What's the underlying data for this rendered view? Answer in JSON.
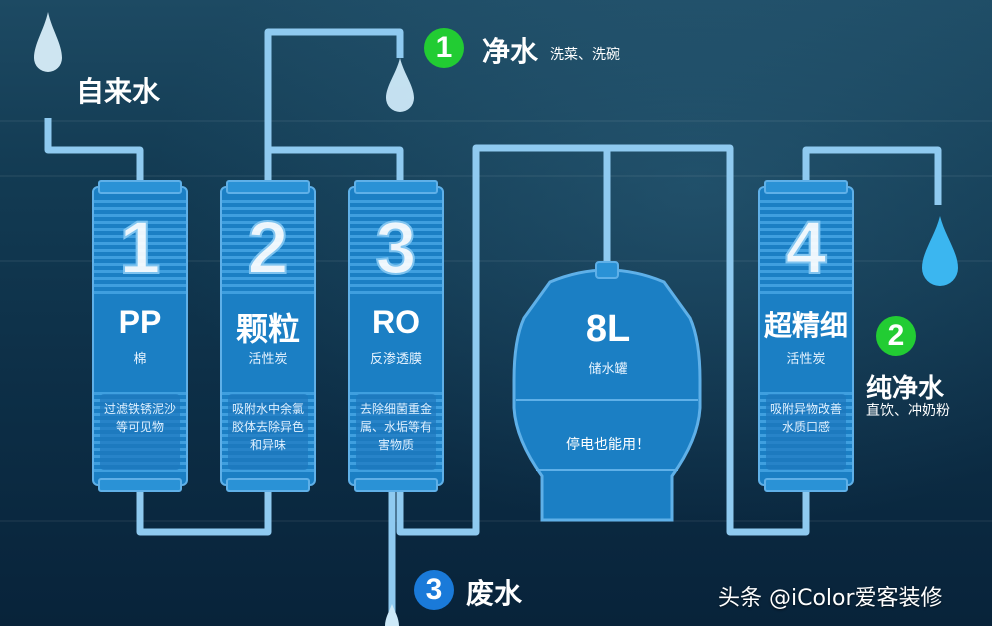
{
  "inlet": {
    "label": "自来水"
  },
  "outlets": [
    {
      "number": "1",
      "title": "净水",
      "subtitle": "洗菜、洗碗",
      "color": "#22cc33"
    },
    {
      "number": "2",
      "title": "纯净水",
      "subtitle": "直饮、冲奶粉",
      "color": "#22cc33"
    },
    {
      "number": "3",
      "title": "废水",
      "subtitle": "",
      "color": "#1a7ad9"
    }
  ],
  "filters": [
    {
      "number": "1",
      "name": "PP",
      "subtitle": "棉",
      "description": "过滤铁锈泥沙等可见物"
    },
    {
      "number": "2",
      "name": "颗粒",
      "subtitle": "活性炭",
      "description": "吸附水中余氯胶体去除异色和异味"
    },
    {
      "number": "3",
      "name": "RO",
      "subtitle": "反渗透膜",
      "description": "去除细菌重金属、水垢等有害物质"
    },
    {
      "number": "4",
      "name": "超精细",
      "subtitle": "活性炭",
      "description": "吸附异物改善水质口感"
    }
  ],
  "tank": {
    "capacity": "8L",
    "name": "储水罐",
    "note": "停电也能用！"
  },
  "watermark": "头条 @iColor爱客装修",
  "colors": {
    "pipe": "#8fcaf0",
    "filter_fill": "#1b7fc4",
    "tank_fill": "#1b7fc4"
  }
}
